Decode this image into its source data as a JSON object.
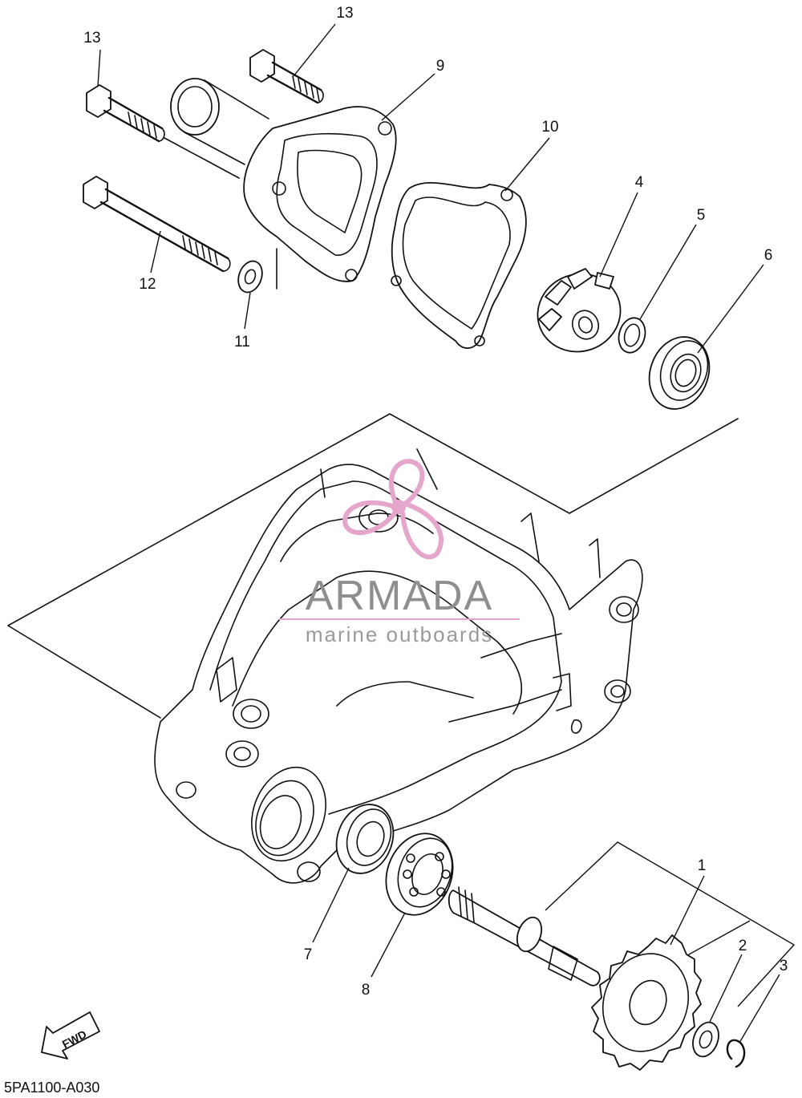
{
  "diagram": {
    "code": "5PA1100-A030",
    "fwd_label": "FWD",
    "parts": [
      {
        "ref": "1"
      },
      {
        "ref": "2"
      },
      {
        "ref": "3"
      },
      {
        "ref": "4"
      },
      {
        "ref": "5"
      },
      {
        "ref": "6"
      },
      {
        "ref": "7"
      },
      {
        "ref": "8"
      },
      {
        "ref": "9"
      },
      {
        "ref": "10"
      },
      {
        "ref": "11"
      },
      {
        "ref": "12"
      },
      {
        "ref": "13"
      },
      {
        "ref": "13"
      }
    ]
  },
  "watermark": {
    "title": "ARMADA",
    "subtitle": "marine outboards",
    "color": "#e6a6cc"
  }
}
